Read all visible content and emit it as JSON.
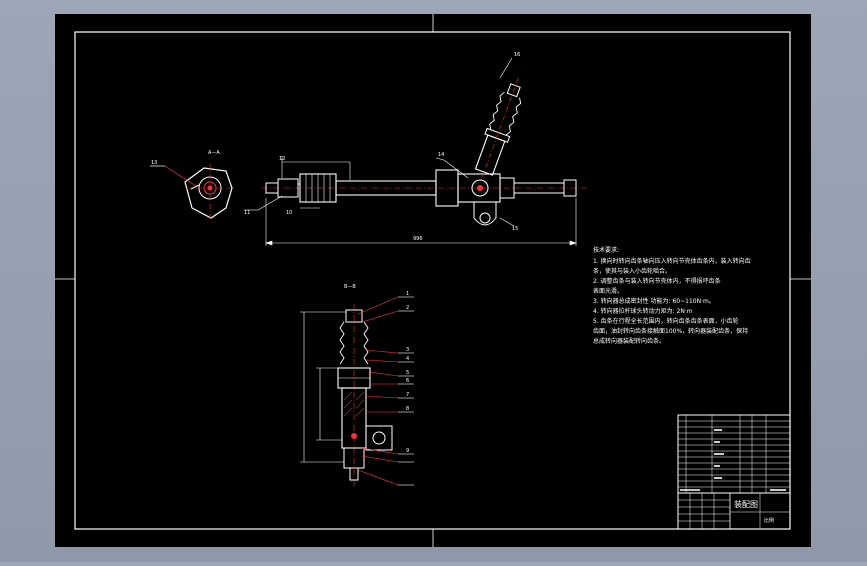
{
  "drawing": {
    "section_label": "A—A",
    "side_section_label": "B—B",
    "overall_length": "996",
    "tags": [
      "1",
      "2",
      "3",
      "4",
      "5",
      "6",
      "7",
      "8",
      "9",
      "10",
      "11",
      "12",
      "13",
      "14",
      "15",
      "16"
    ],
    "technical_requirements": {
      "title": "技术要求:",
      "lines": [
        "1. 换向时转向齿条轴向压入转向节壳体齿条内，装入转向齿",
        "条，使其与装入小齿轮啮合。",
        "2. 调整齿条与装入转向节壳体内，不得损坏齿条",
        "表面光滑。",
        "3. 转向器总成密封性 功能为: 60~110N·m。",
        "4. 转向器拉杆球头转动力矩为: 2N·m",
        "5. 齿条在行程全长范围内，转向齿条齿条表面，小齿轮",
        "齿面，油封转向齿条接触面100%，转向器装配齿条，保持",
        "总成转向器装配转向齿条。"
      ]
    },
    "title_block": {
      "name": "装配图",
      "unit": "比例"
    },
    "colors": {
      "background": "#000000",
      "line": "#ffffff",
      "center_line": "#ff2a2a",
      "leader_red": "#ff3b3b",
      "hatch": "#cc2222"
    }
  }
}
